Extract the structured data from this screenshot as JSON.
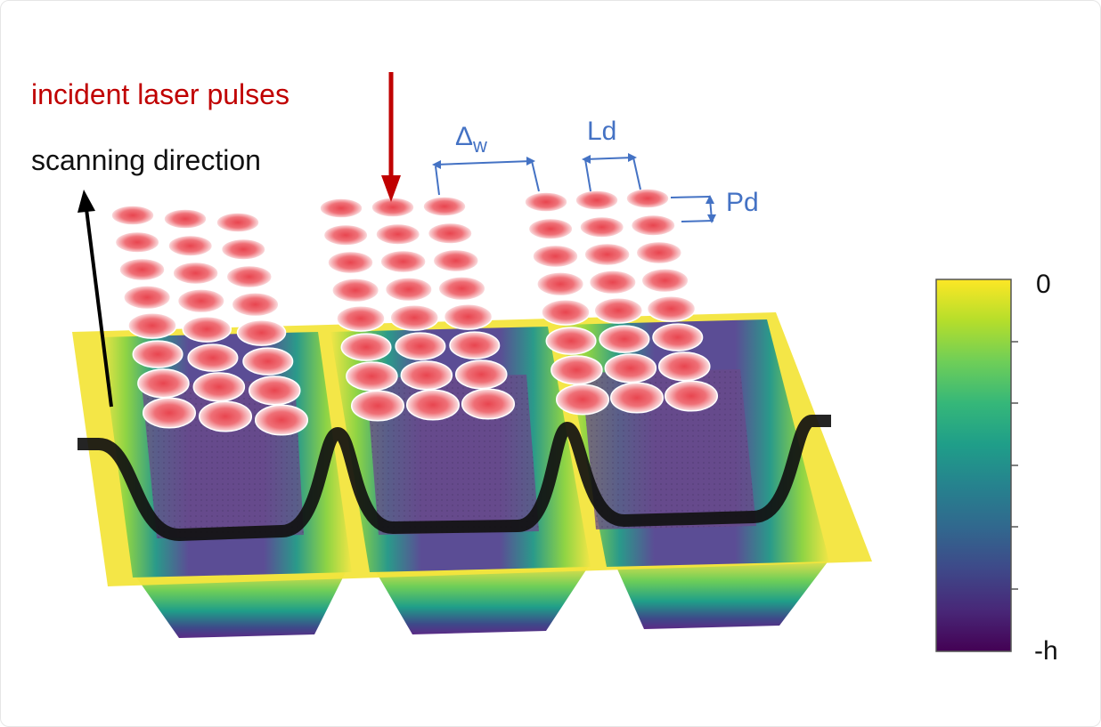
{
  "labels": {
    "incident": "incident laser pulses",
    "scanning": "scanning direction",
    "delta_main": "Δ",
    "delta_sub": "w",
    "ld": "Ld",
    "pd": "Pd"
  },
  "colorbar": {
    "top": "0",
    "bottom": "-h",
    "stops": [
      "#fde725",
      "#b5de2b",
      "#6ece58",
      "#35b779",
      "#1f9e89",
      "#26828e",
      "#31688e",
      "#3e4989",
      "#482878",
      "#440154"
    ]
  },
  "colors": {
    "incident": "#c00000",
    "annotation": "#4472c4",
    "scan": "#000000",
    "pulse_center": "#e8454f",
    "pulse_edge": "#fbe3e5",
    "trench_floor": "#6a4a8a",
    "plateau": "#f3e53d"
  },
  "pulses": {
    "columns_per_group": 3,
    "rows_per_group": 8,
    "groups": 3
  }
}
